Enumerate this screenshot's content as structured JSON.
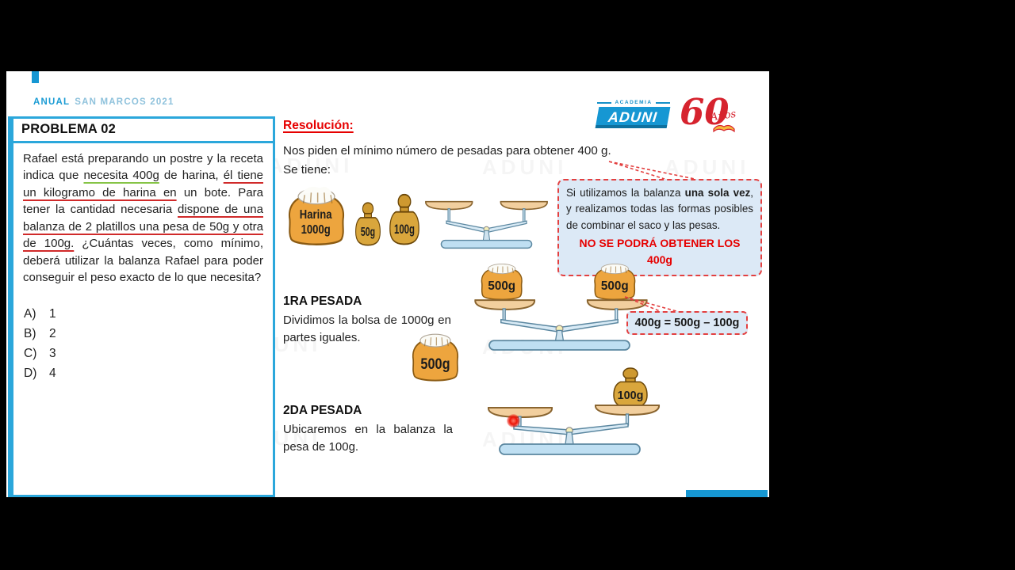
{
  "header": {
    "course_label": "ANUAL",
    "course_rest": "SAN MARCOS 2021"
  },
  "logo": {
    "academia": "ACADEMIA",
    "name": "ADUNI",
    "anniversary_number": "60",
    "anniversary_word": "Años"
  },
  "problem": {
    "title": "PROBLEMA 02",
    "statement_segments": [
      {
        "text": "Rafael está preparando un postre y la receta indica que ",
        "style": "plain"
      },
      {
        "text": "necesita 400g",
        "style": "ugreen"
      },
      {
        "text": " de harina, ",
        "style": "plain"
      },
      {
        "text": "él tiene un kilogramo de harina en",
        "style": "ured"
      },
      {
        "text": " un bote. Para tener la cantidad necesaria ",
        "style": "plain"
      },
      {
        "text": "dispone de una balanza de 2 platillos una pesa de 50g y otra de 100g.",
        "style": "ured"
      },
      {
        "text": " ¿Cuántas veces, como mínimo, deberá utilizar la balanza Rafael para poder conseguir el peso exacto de lo que necesita?",
        "style": "plain"
      }
    ],
    "options": [
      {
        "letter": "A)",
        "value": "1"
      },
      {
        "letter": "B)",
        "value": "2"
      },
      {
        "letter": "C)",
        "value": "3"
      },
      {
        "letter": "D)",
        "value": "4"
      }
    ]
  },
  "solution": {
    "title": "Resolución:",
    "intro": "Nos piden el mínimo número de pesadas para obtener 400 g.",
    "se_tiene": "Se tiene:",
    "figures": {
      "flour_bag_line1": "Harina",
      "flour_bag_line2": "1000g",
      "weight_50": "50g",
      "weight_100": "100g",
      "bag_500": "500g"
    },
    "callout1": {
      "segments": [
        {
          "text": "Si utilizamos la balanza ",
          "style": "plain"
        },
        {
          "text": "una sola vez",
          "style": "bold"
        },
        {
          "text": ", y realizamos todas las formas posibles de combinar el saco y las pesas.",
          "style": "plain"
        }
      ],
      "warning": "NO SE PODRÁ OBTENER LOS 400g"
    },
    "step1": {
      "title": "1RA PESADA",
      "text": "Dividimos la bolsa de 1000g en partes iguales.",
      "equation": "400g = 500g – 100g"
    },
    "step2": {
      "title": "2DA PESADA",
      "text": "Ubicaremos en la balanza la pesa de 100g."
    }
  },
  "watermark": {
    "text": "ADUNI"
  },
  "colors": {
    "brand_blue": "#1697D3",
    "border_blue": "#2BA7DB",
    "red": "#E60000",
    "underline_red": "#D02A2A",
    "underline_green": "#86C446",
    "callout_bg": "#DCE9F6",
    "callout_border": "#E34040",
    "bag_orange": "#EDA53E",
    "weight_gold": "#D9A63C",
    "laser_red": "#EC1507"
  }
}
